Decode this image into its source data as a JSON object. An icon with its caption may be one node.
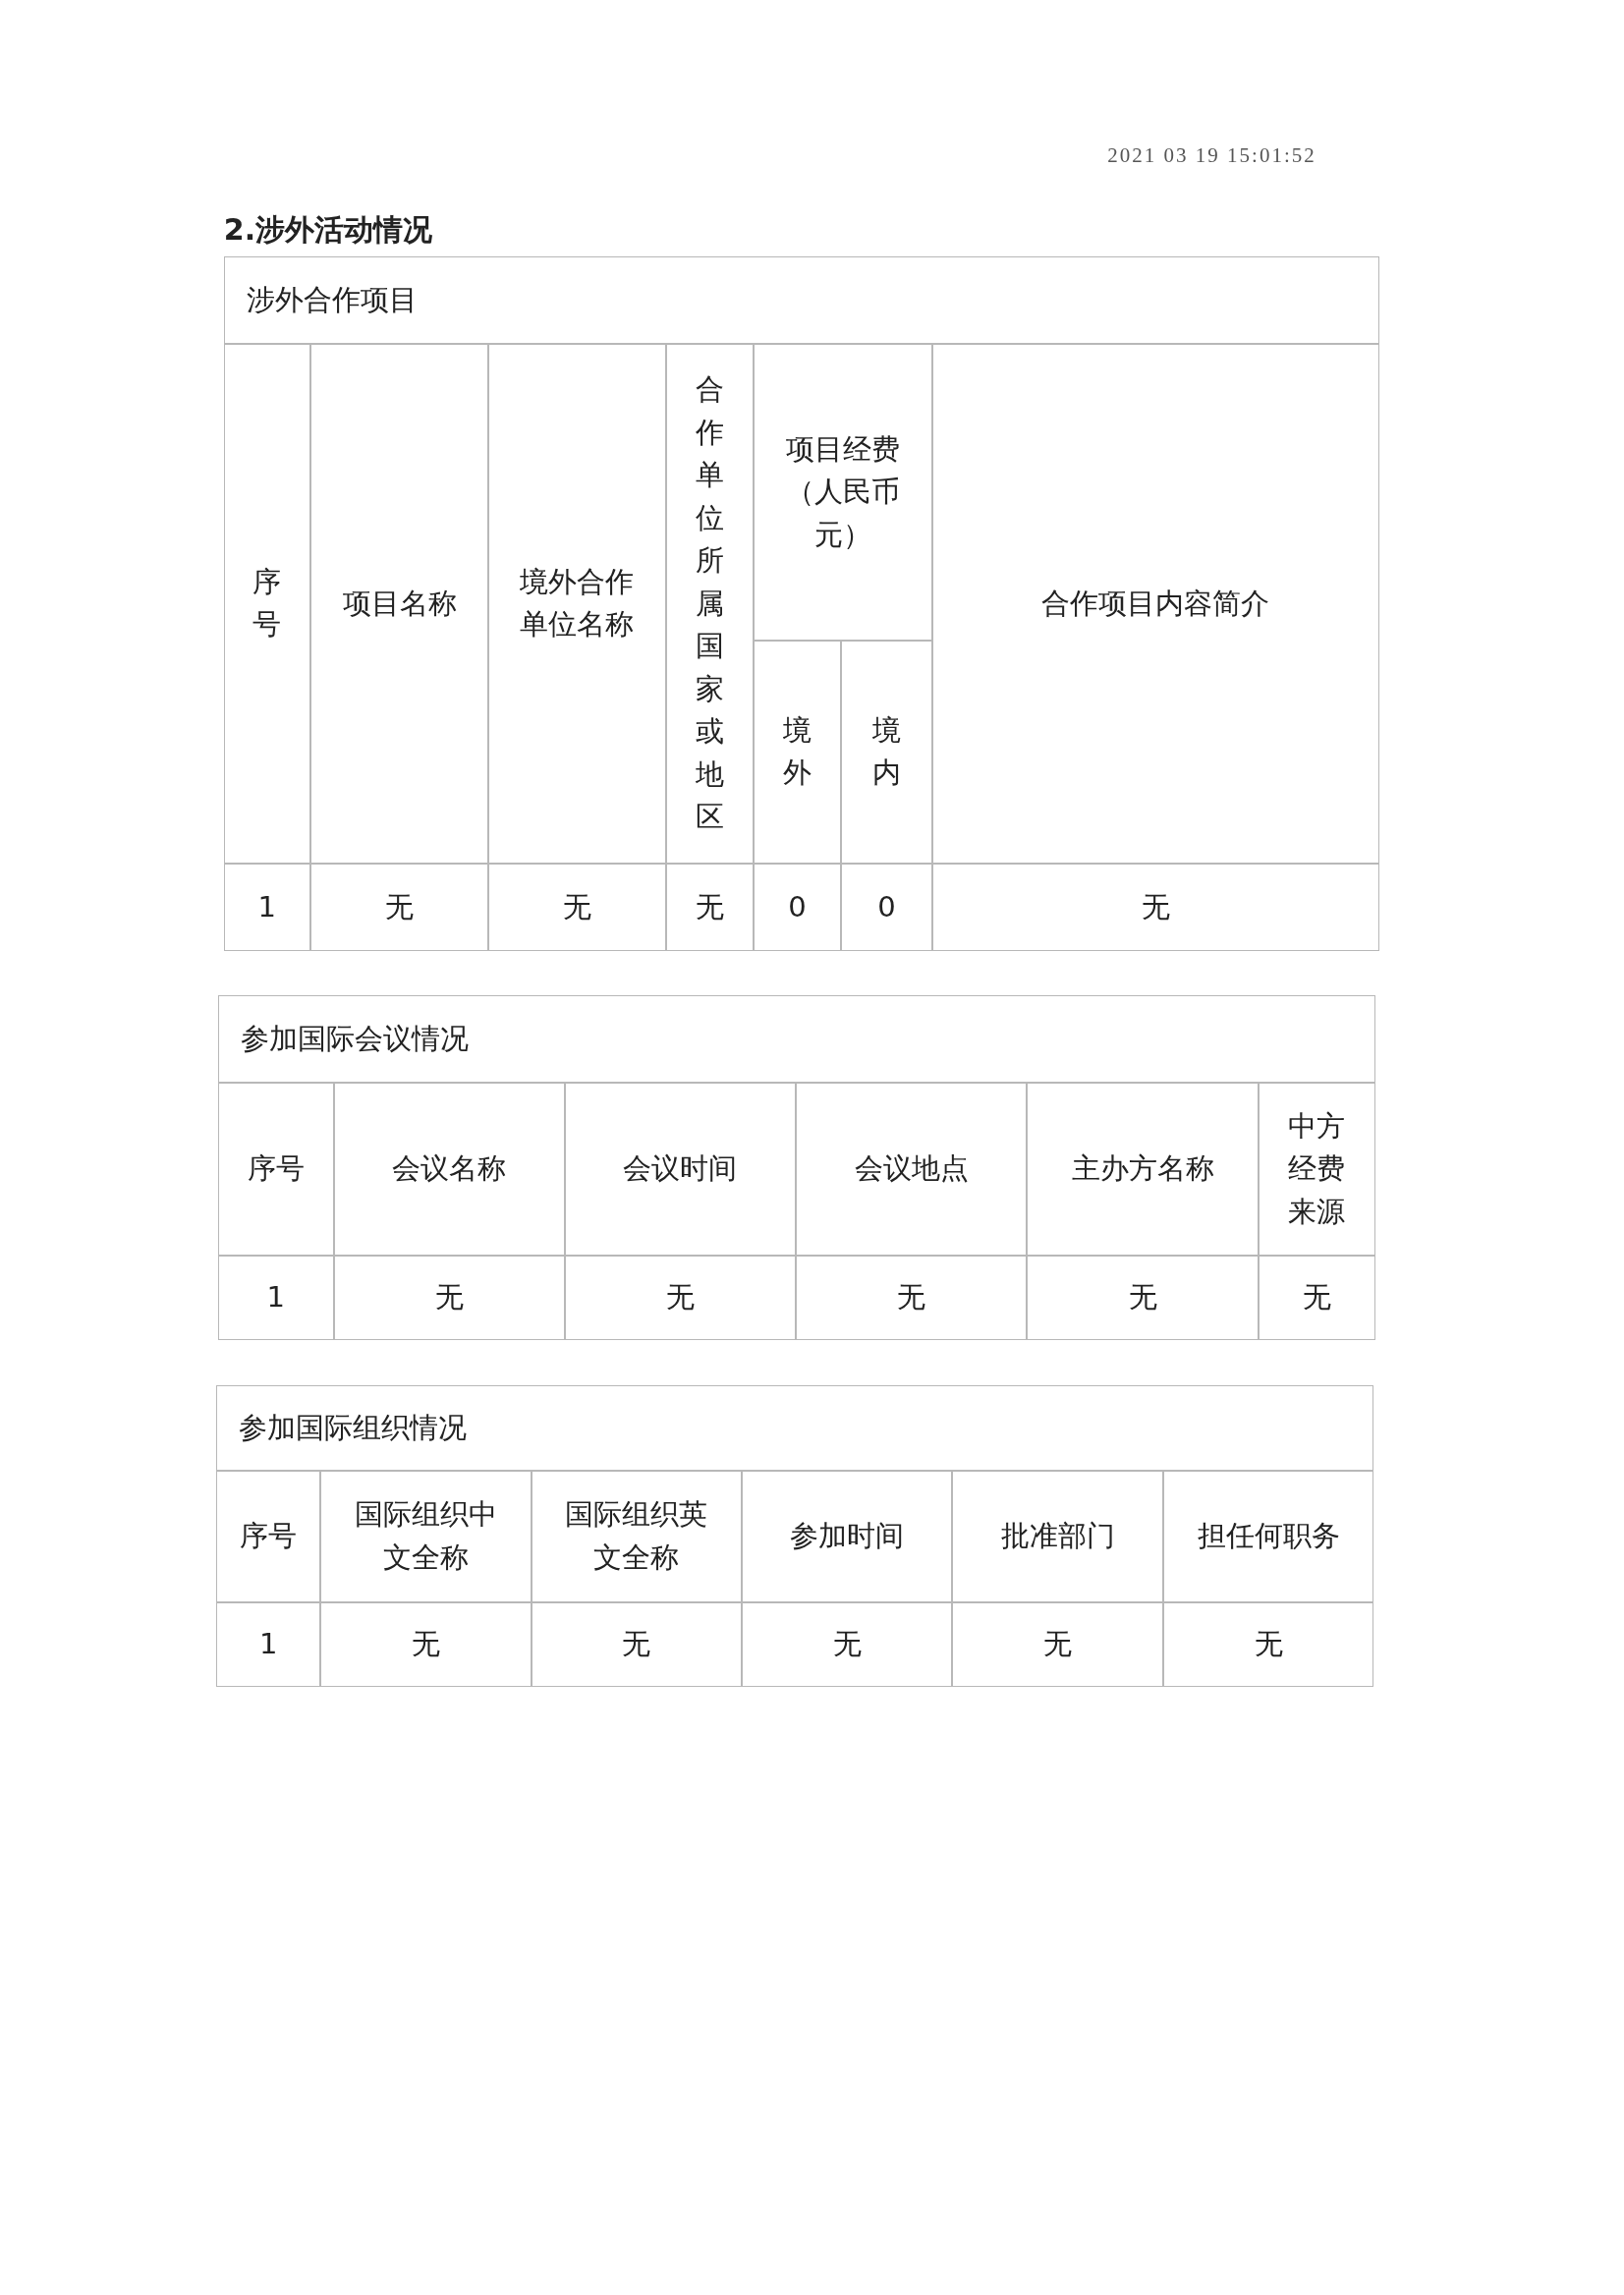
{
  "diagram": {
    "title": "2.涉外活动情况",
    "labels": [
      "2021 03 19 15:01:52",
      "涉外合作项目",
      "序号",
      "项目名称",
      "境外合作单位名称",
      "合作单位所属国家或地区",
      "项目经费（人民币元）",
      "合作项目内容简介",
      "境外",
      "境内",
      "1",
      "无",
      "无",
      "无",
      "0",
      "0",
      "无",
      "参加国际会议情况",
      "序号",
      "会议名称",
      "会议时间",
      "会议地点",
      "主办方名称",
      "中方经费来源",
      "1",
      "无",
      "无",
      "无",
      "无",
      "无",
      "参加国际组织情况",
      "序号",
      "国际组织中文全称",
      "国际组织英文全称",
      "参加时间",
      "批准部门",
      "担任何职务",
      "1",
      "无",
      "无",
      "无",
      "无",
      "无"
    ]
  }
}
